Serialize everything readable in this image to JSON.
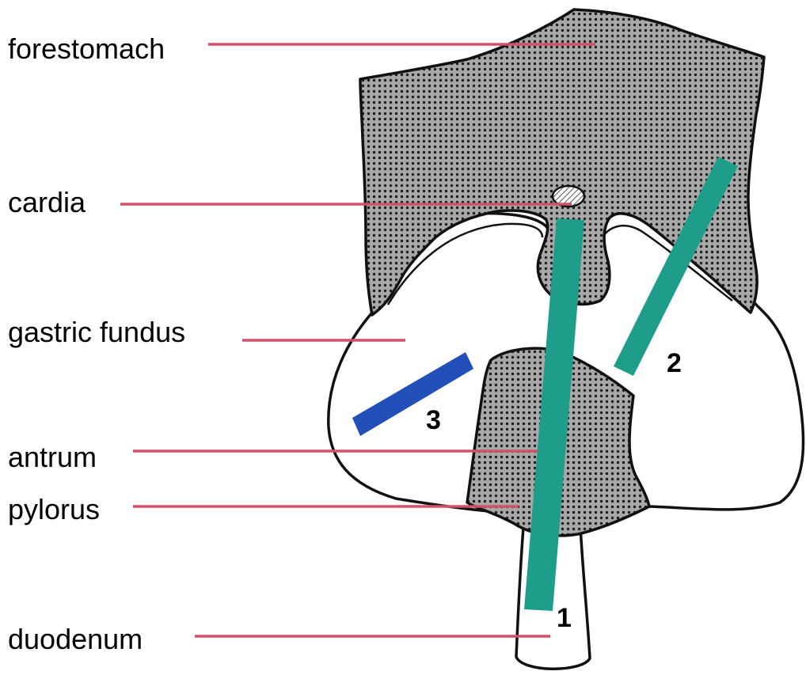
{
  "labels": {
    "forestomach": "forestomach",
    "cardia": "cardia",
    "gastric_fundus": "gastric fundus",
    "antrum": "antrum",
    "pylorus": "pylorus",
    "duodenum": "duodenum"
  },
  "markers": {
    "one": "1",
    "two": "2",
    "three": "3"
  },
  "colors": {
    "leader_line": "#d2506a",
    "stipple_bg": "#a8a8a8",
    "stipple_dot": "#1e1e1e",
    "outline": "#111111",
    "marker_green": "#1e9e8a",
    "marker_blue": "#2350b8"
  }
}
